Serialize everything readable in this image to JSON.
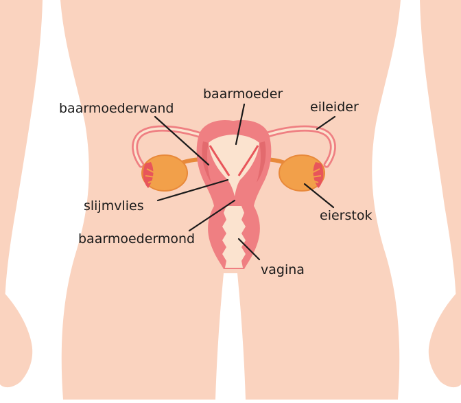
{
  "labels": {
    "baarmoederwand": "baarmoederwand",
    "baarmoeder": "baarmoeder",
    "eileider": "eileider",
    "slijmvlies": "slijmvlies",
    "baarmoedermond": "baarmoedermond",
    "eierstok": "eierstok",
    "vagina": "vagina"
  },
  "colors": {
    "skin": "#fad3bf",
    "background": "#ffffff",
    "uterus_wall": "#ef7f82",
    "uterus_wall_dark": "#e36a6e",
    "uterus_inner": "#fbe3cf",
    "ovary": "#f2a04a",
    "ovary_edge": "#e8893a",
    "follicle": "#e8555a",
    "text": "#1a1a1a"
  }
}
